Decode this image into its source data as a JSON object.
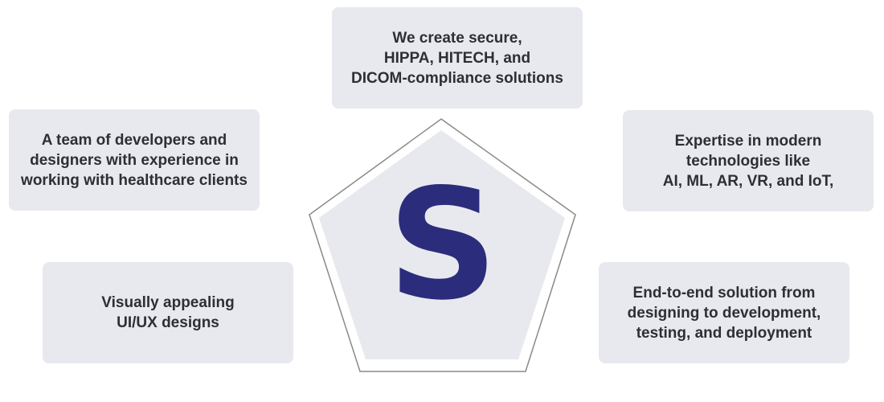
{
  "logo": {
    "letter": "S",
    "color": "#2c2c7c"
  },
  "colors": {
    "card_background": "#e8e9ee",
    "pentagon_fill": "#e8e9ee",
    "pentagon_outline": "#8a8a8a",
    "text": "#2e2e33"
  },
  "cards": {
    "top": "We create secure,\nHIPPA, HITECH, and\nDICOM-compliance solutions",
    "left": "A team of developers and\ndesigners with experience in\nworking with healthcare clients",
    "right": "Expertise in modern\ntechnologies like\nAI, ML, AR, VR, and IoT,",
    "bottom_left": "Visually appealing\nUI/UX designs",
    "bottom_right": "End-to-end solution from\ndesigning to development,\ntesting, and deployment"
  }
}
